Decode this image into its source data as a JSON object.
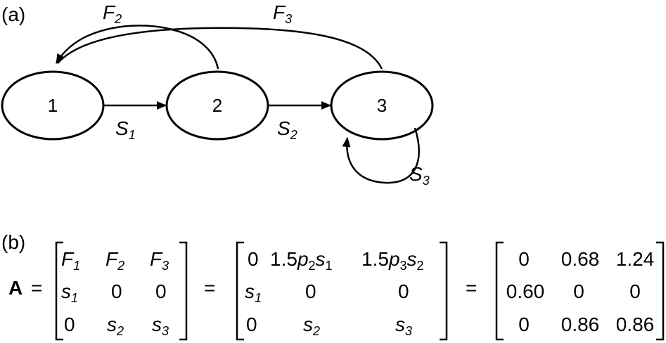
{
  "panel_a": {
    "label": "(a)",
    "nodes": [
      "1",
      "2",
      "3"
    ],
    "fecundity_labels": [
      {
        "base": "F",
        "sub": "2"
      },
      {
        "base": "F",
        "sub": "3"
      }
    ],
    "survival_labels": [
      {
        "base": "S",
        "sub": "1"
      },
      {
        "base": "S",
        "sub": "2"
      },
      {
        "base": "S",
        "sub": "3"
      }
    ]
  },
  "panel_b": {
    "label": "(b)",
    "lhs": "A",
    "equals": "=",
    "matrix1": [
      [
        {
          "b": "F",
          "s": "1"
        },
        {
          "b": "F",
          "s": "2"
        },
        {
          "b": "F",
          "s": "3"
        }
      ],
      [
        {
          "b": "s",
          "s": "1"
        },
        {
          "b": "0",
          "s": ""
        },
        {
          "b": "0",
          "s": ""
        }
      ],
      [
        {
          "b": "0",
          "s": ""
        },
        {
          "b": "s",
          "s": "2"
        },
        {
          "b": "s",
          "s": "3"
        }
      ]
    ],
    "matrix2": {
      "r0c0": "0",
      "r0c1": {
        "pre": "1.5",
        "p": "p",
        "ps": "2",
        "v": "s",
        "vs": "1"
      },
      "r0c2": {
        "pre": "1.5",
        "p": "p",
        "ps": "3",
        "v": "s",
        "vs": "2"
      },
      "r1c0": {
        "b": "s",
        "s": "1"
      },
      "r1c1": "0",
      "r1c2": "0",
      "r2c0": "0",
      "r2c1": {
        "b": "s",
        "s": "2"
      },
      "r2c2": {
        "b": "s",
        "s": "3"
      }
    },
    "matrix3": [
      [
        "0",
        "0.68",
        "1.24"
      ],
      [
        "0.60",
        "0",
        "0"
      ],
      [
        "0",
        "0.86",
        "0.86"
      ]
    ]
  }
}
